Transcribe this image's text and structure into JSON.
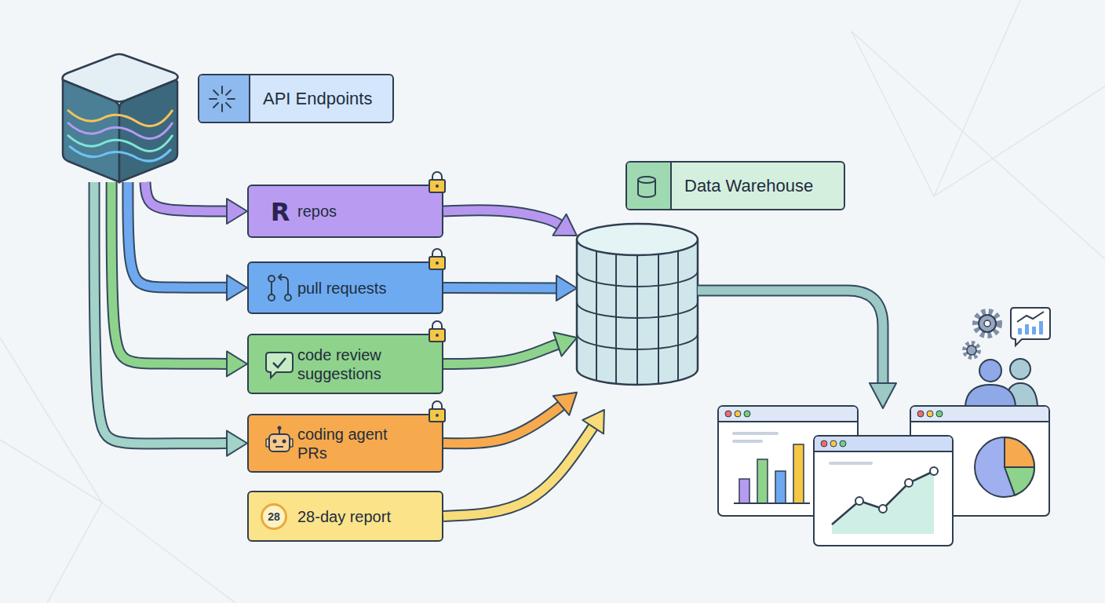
{
  "diagram": {
    "nodes": [
      {
        "text": [
          "API Endpoints"
        ]
      },
      {
        "text": [
          "R",
          "repos"
        ]
      },
      {
        "text": [
          "pull requests"
        ]
      },
      {
        "text": [
          "code review suggestions"
        ]
      },
      {
        "text": [
          "coding agent PRs"
        ]
      },
      {
        "text": [
          "28",
          "28-day report"
        ]
      },
      {
        "text": [
          "Data Warehouse"
        ]
      }
    ],
    "edges": [
      {
        "from": 0,
        "to": 1,
        "arrow": "to"
      },
      {
        "from": 0,
        "to": 2,
        "arrow": "to"
      },
      {
        "from": 0,
        "to": 3,
        "arrow": "to"
      },
      {
        "from": 0,
        "to": 4,
        "arrow": "to"
      },
      {
        "from": 1,
        "to": 6,
        "arrow": "to"
      },
      {
        "from": 2,
        "to": 6,
        "arrow": "to"
      },
      {
        "from": 3,
        "to": 6,
        "arrow": "to"
      },
      {
        "from": 4,
        "to": 6,
        "arrow": "to"
      },
      {
        "from": 5,
        "to": 6,
        "arrow": "to"
      }
    ]
  }
}
